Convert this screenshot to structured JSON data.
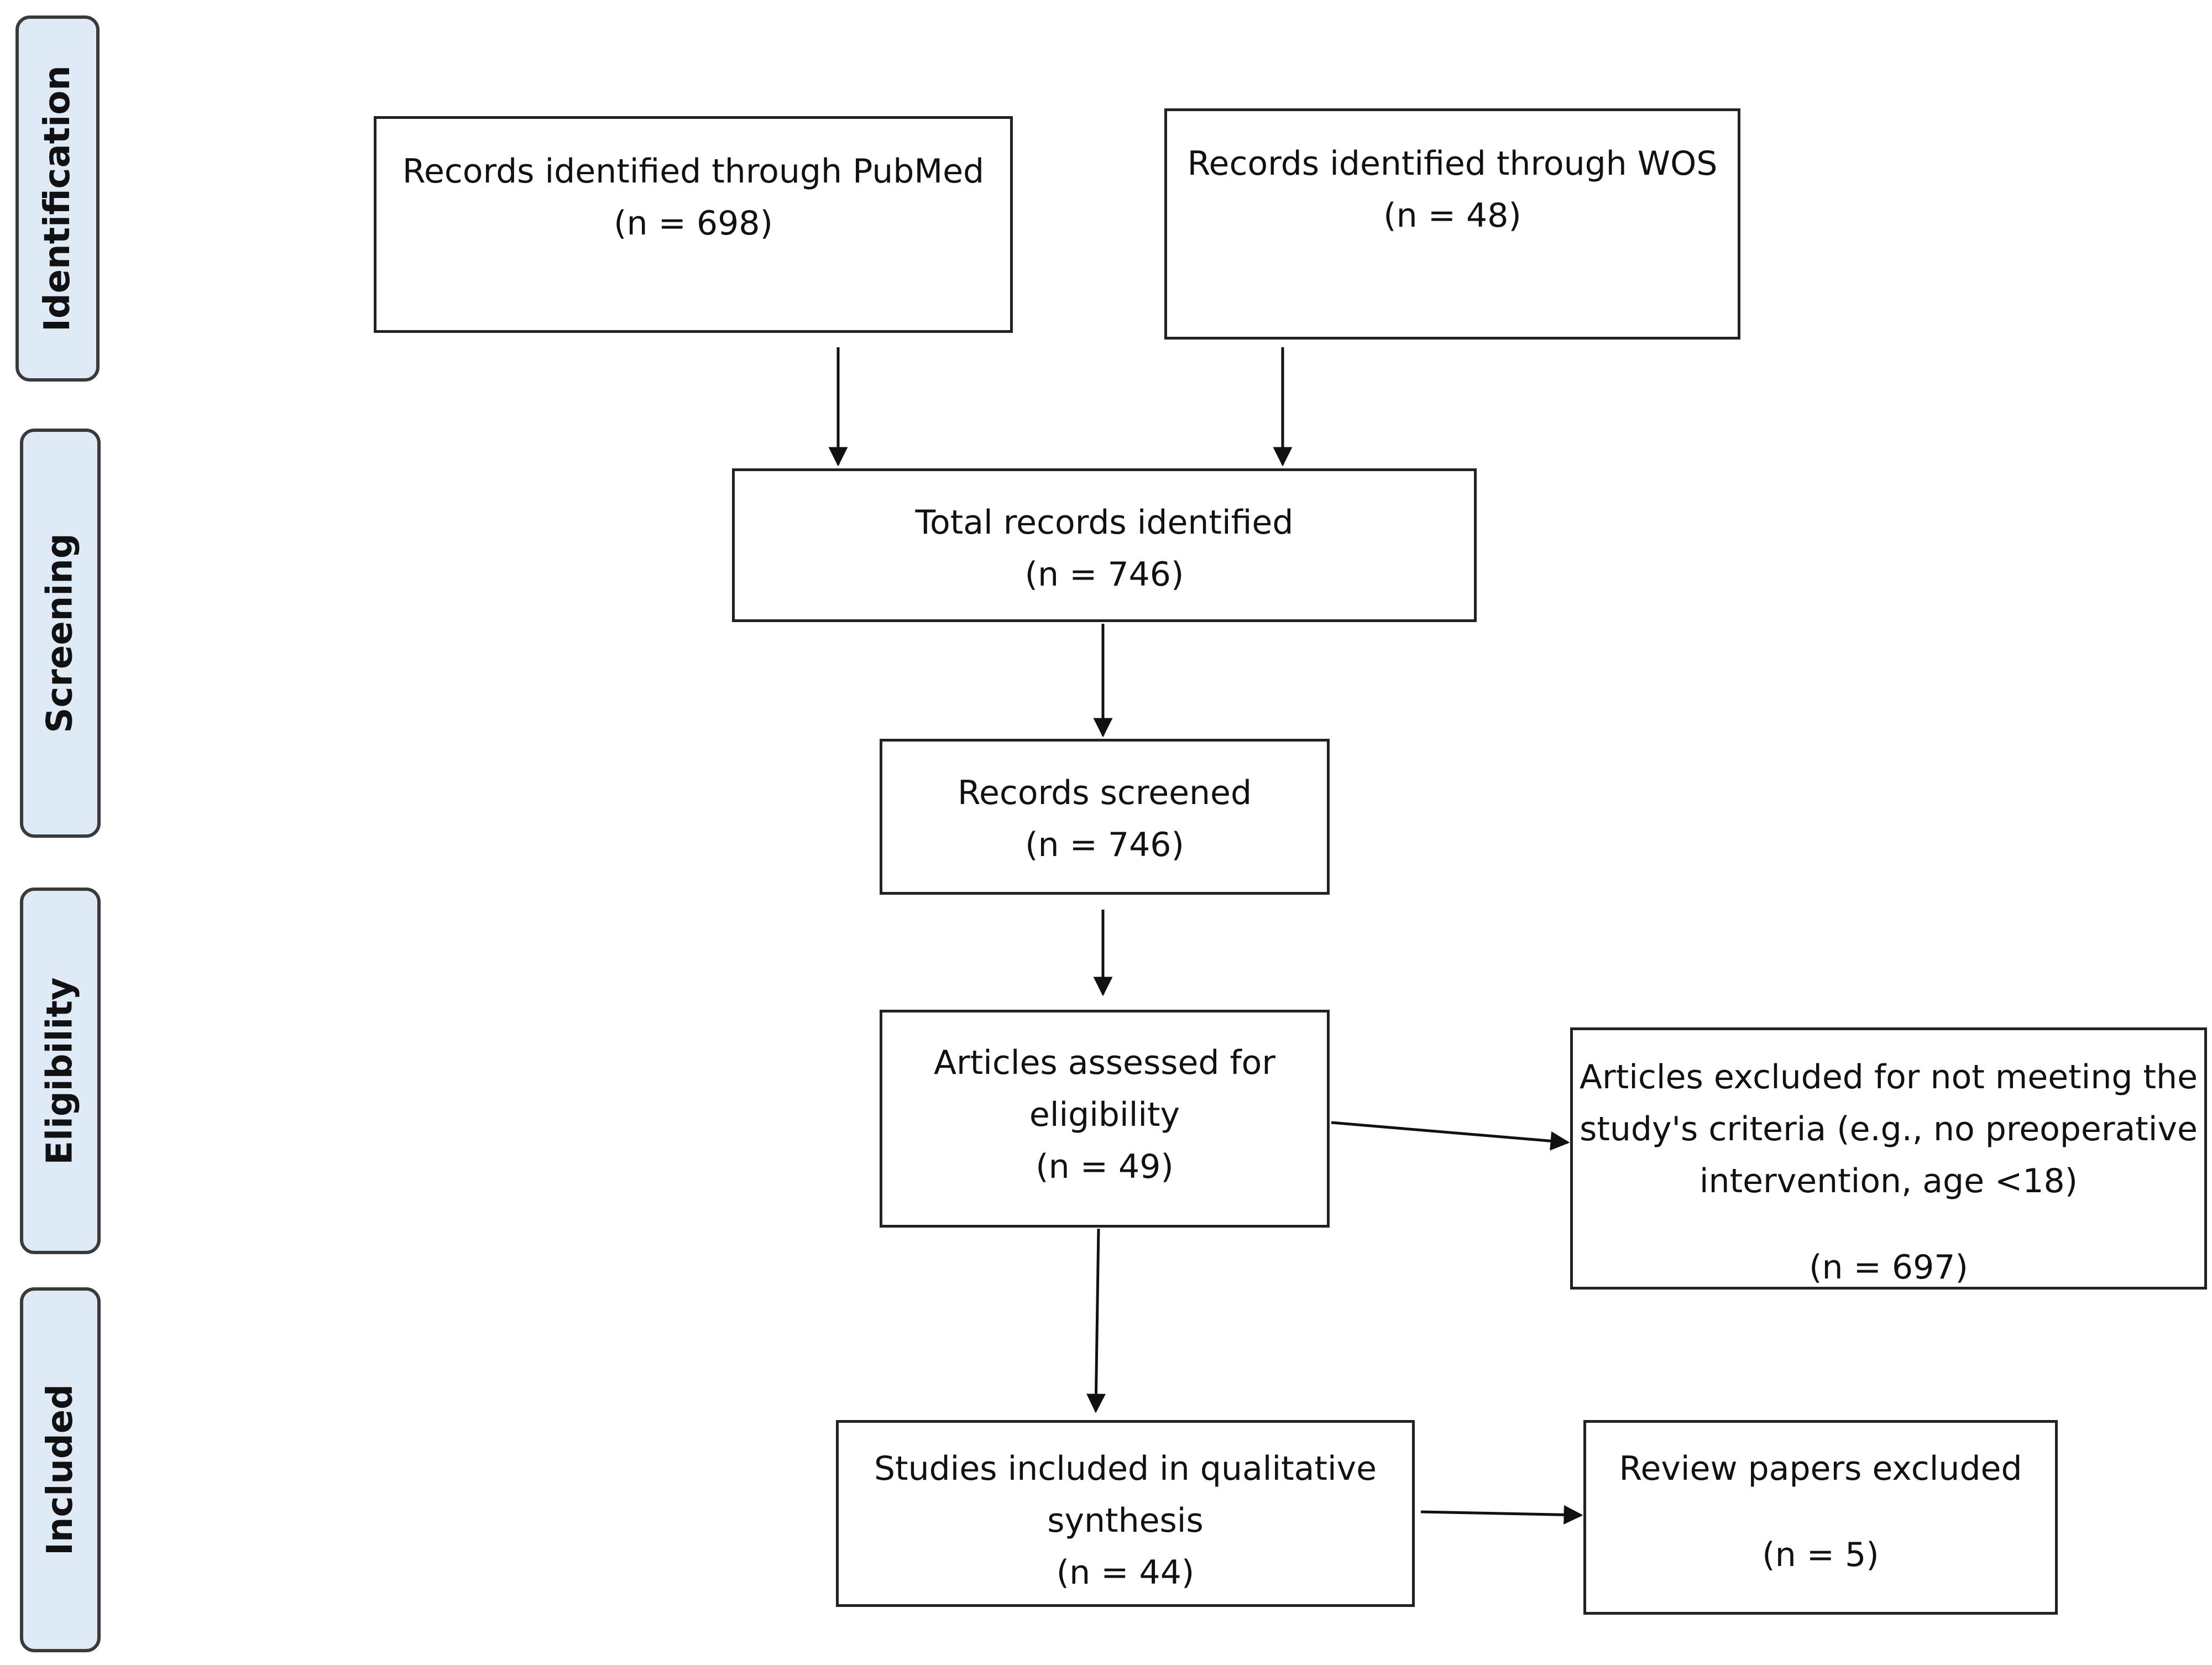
{
  "phases": {
    "identification": "Identification",
    "screening": "Screening",
    "eligibility": "Eligibility",
    "included": "Included"
  },
  "boxes": {
    "pubmed": {
      "line1": "Records identified through PubMed",
      "line2": "(n = 698)"
    },
    "wos": {
      "line1": "Records identified through WOS",
      "line2": "(n = 48)"
    },
    "total": {
      "line1": "Total records identified",
      "line2": "(n = 746)"
    },
    "screened": {
      "line1": "Records screened",
      "line2": "(n = 746)"
    },
    "assessed": {
      "line1": "Articles assessed for",
      "line2": "eligibility",
      "line3": "(n = 49)"
    },
    "excluded_criteria": {
      "line1": "Articles excluded for not meeting the",
      "line2": "study's criteria (e.g., no preoperative",
      "line3": "intervention, age <18)",
      "line4": "(n = 697)"
    },
    "included_studies": {
      "line1": "Studies included in qualitative",
      "line2": "synthesis",
      "line3": "(n = 44)"
    },
    "review_excluded": {
      "line1": "Review papers excluded",
      "line2": "(n = 5)"
    }
  }
}
